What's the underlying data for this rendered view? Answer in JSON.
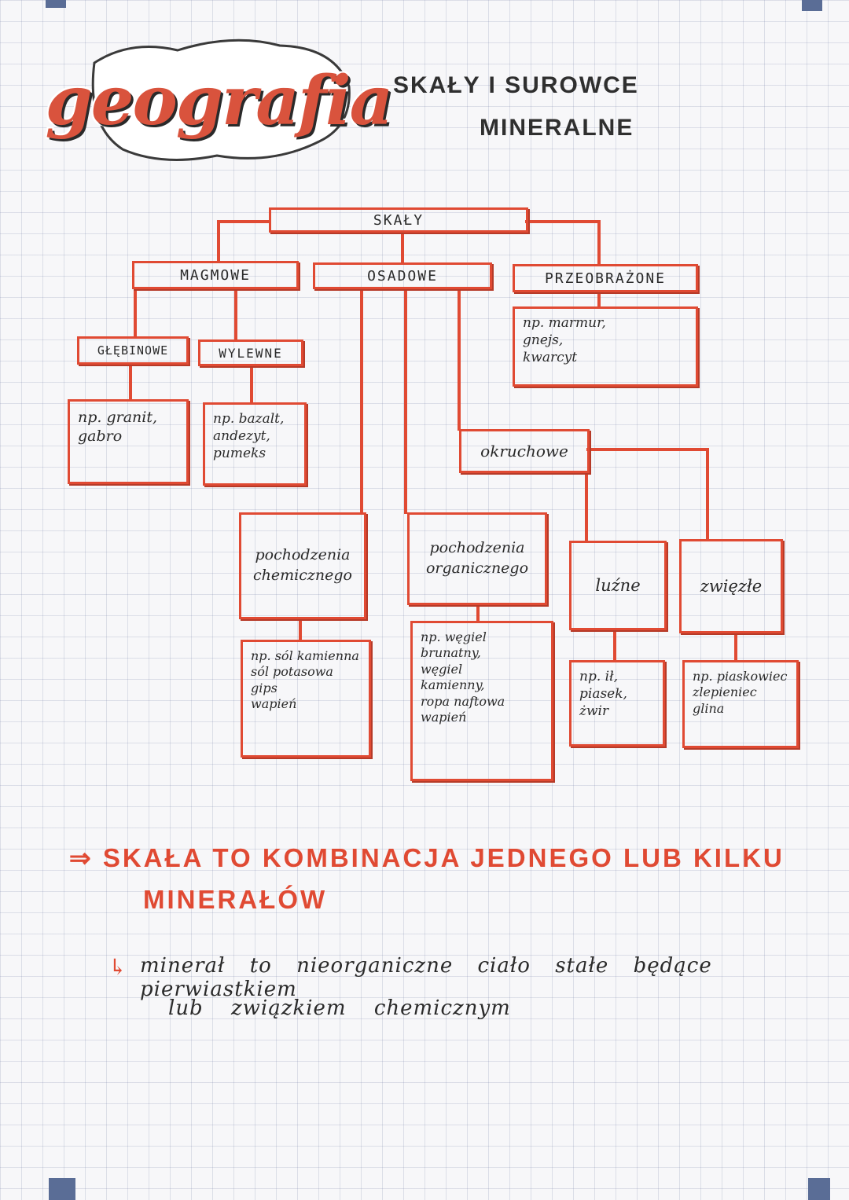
{
  "logo": {
    "text": "geografia"
  },
  "title": {
    "line1": "SKAŁY I SUROWCE",
    "line2": "MINERALNE"
  },
  "diagram": {
    "root": "SKAŁY",
    "magmowe": {
      "label": "MAGMOWE",
      "glebinowe": {
        "label": "GŁĘBINOWE",
        "examples": "np. granit,\n  gabro"
      },
      "wylewne": {
        "label": "WYLEWNE",
        "examples": "np. bazalt,\n   andezyt,\n   pumeks"
      }
    },
    "osadowe": {
      "label": "OSADOWE",
      "chemiczne": {
        "label": "pochodzenia\nchemicznego",
        "examples": "np. sól kamienna\n  sól potasowa\n  gips\n  wapień"
      },
      "organiczne": {
        "label": "pochodzenia\norganicznego",
        "examples": "np. węgiel\n  brunatny,\n  węgiel\n  kamienny,\n  ropa naftowa\n  wapień"
      },
      "okruchowe": {
        "label": "okruchowe",
        "luzne": {
          "label": "luźne",
          "examples": "np. ił,\n  piasek,\n  żwir"
        },
        "zwiezle": {
          "label": "zwięzłe",
          "examples": "np. piaskowiec\n  zlepieniec\n  glina"
        }
      }
    },
    "przeobrazone": {
      "label": "PRZEOBRAŻONE",
      "examples": "np. marmur,\n  gnejs,\n  kwarcyt"
    }
  },
  "definition": {
    "rule_line1": "⇒ SKAŁA TO KOMBINACJA JEDNEGO LUB KILKU",
    "rule_line2": "MINERAŁÓW",
    "note_arrow": "↳",
    "note_line1": "minerał to nieorganiczne ciało stałe będące pierwiastkiem",
    "note_line2": "lub związkiem chemicznym"
  },
  "colors": {
    "accent": "#e04a33",
    "ink": "#2a2a2a",
    "grid": "#7882aa"
  }
}
